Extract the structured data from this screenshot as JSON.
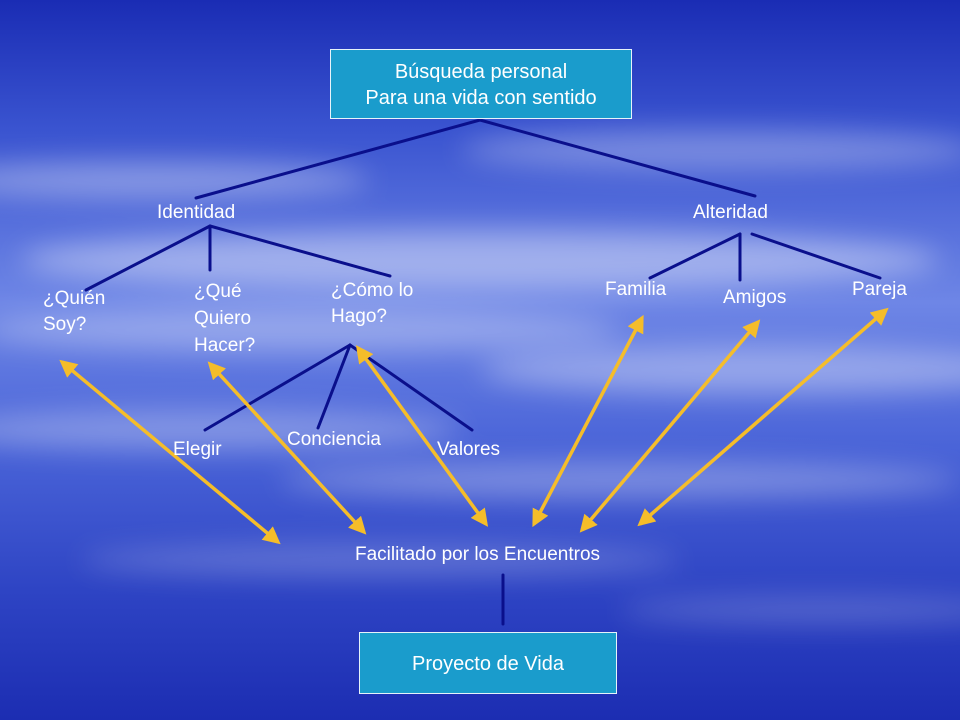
{
  "diagram": {
    "root": {
      "line1": "Búsqueda personal",
      "line2": "Para una vida con sentido"
    },
    "branches": {
      "identidad": "Identidad",
      "alteridad": "Alteridad"
    },
    "identidad_children": {
      "quien": "¿Quién\nSoy?",
      "que": "¿Qué\nQuiero\nHacer?",
      "como": "¿Cómo lo\nHago?"
    },
    "como_children": {
      "elegir": "Elegir",
      "conciencia": "Conciencia",
      "valores": "Valores"
    },
    "alteridad_children": {
      "familia": "Familia",
      "amigos": "Amigos",
      "pareja": "Pareja"
    },
    "hub": "Facilitado por los Encuentros",
    "result": "Proyecto de Vida"
  },
  "colors": {
    "background_top": "#1a2cb4",
    "background_mid": "#4a64d8",
    "background_bottom": "#1c2db2",
    "tree_line": "#0a0f8c",
    "arrow": "#f5bd2a",
    "box_fill": "#1a9ccc",
    "text": "#ffffff"
  }
}
